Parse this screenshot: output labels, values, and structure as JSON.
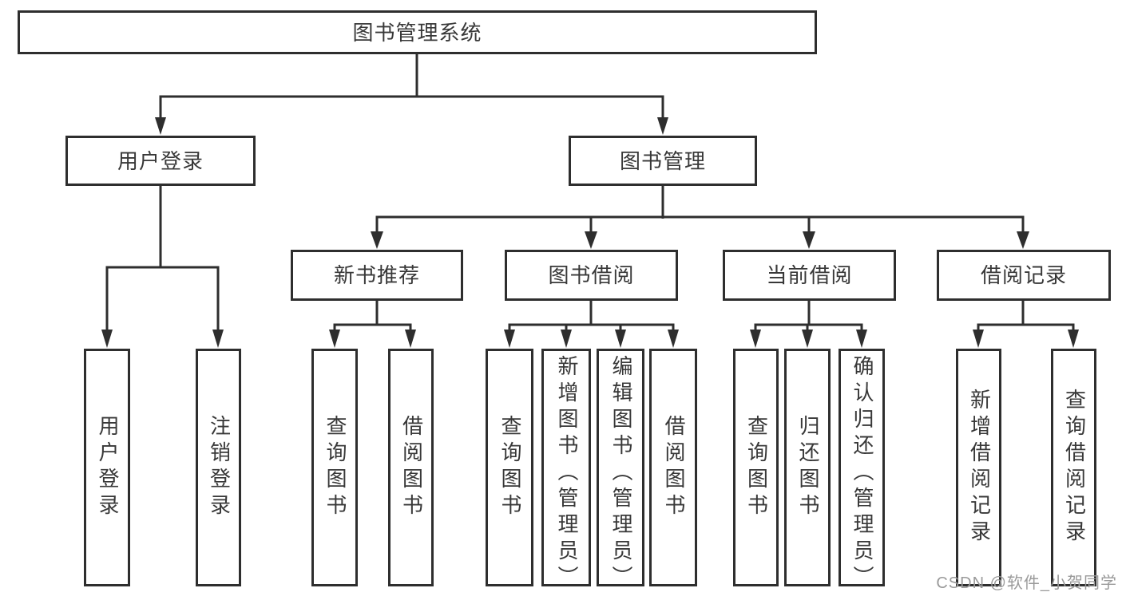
{
  "nodes": {
    "root": {
      "label": "图书管理系统"
    },
    "level2": [
      {
        "label": "用户登录"
      },
      {
        "label": "图书管理"
      }
    ],
    "level3": [
      {
        "label": "新书推荐"
      },
      {
        "label": "图书借阅"
      },
      {
        "label": "当前借阅"
      },
      {
        "label": "借阅记录"
      }
    ],
    "leaves": {
      "user_login": [
        {
          "label": "用户登录"
        },
        {
          "label": "注销登录"
        }
      ],
      "new_book_recommend": [
        {
          "label": "查询图书"
        },
        {
          "label": "借阅图书"
        }
      ],
      "book_borrow": [
        {
          "label": "查询图书"
        },
        {
          "label": "新增图书（管理员）"
        },
        {
          "label": "编辑图书（管理员）"
        },
        {
          "label": "借阅图书"
        }
      ],
      "current_borrow": [
        {
          "label": "查询图书"
        },
        {
          "label": "归还图书"
        },
        {
          "label": "确认归还（管理员）"
        }
      ],
      "borrow_records": [
        {
          "label": "新增借阅记录"
        },
        {
          "label": "查询借阅记录"
        }
      ]
    }
  },
  "watermark": "CSDN @软件_小贺同学",
  "colors": {
    "line": "#2e2e2e",
    "text": "#383838",
    "watermark": "#9a9a9a",
    "background": "#ffffff"
  }
}
